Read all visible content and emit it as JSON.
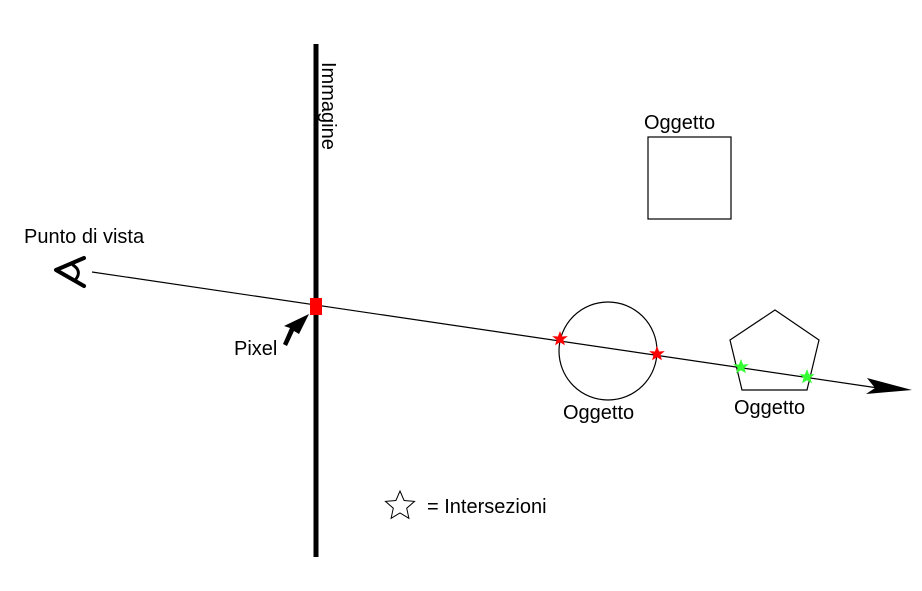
{
  "labels": {
    "viewpoint": "Punto di vista",
    "image": "Immagine",
    "pixel": "Pixel",
    "object_square": "Oggetto",
    "object_circle": "Oggetto",
    "object_pentagon": "Oggetto",
    "legend": "= Intersezioni"
  },
  "colors": {
    "line": "#000000",
    "pixel": "#ff0000",
    "intersection_circle": "#ff0000",
    "intersection_pentagon": "#33ff33",
    "legend_star_fill": "#ffffff"
  },
  "icons": {
    "viewpoint": "eye-icon",
    "pixel_pointer": "arrow-pointer-icon",
    "intersection": "star-icon"
  }
}
